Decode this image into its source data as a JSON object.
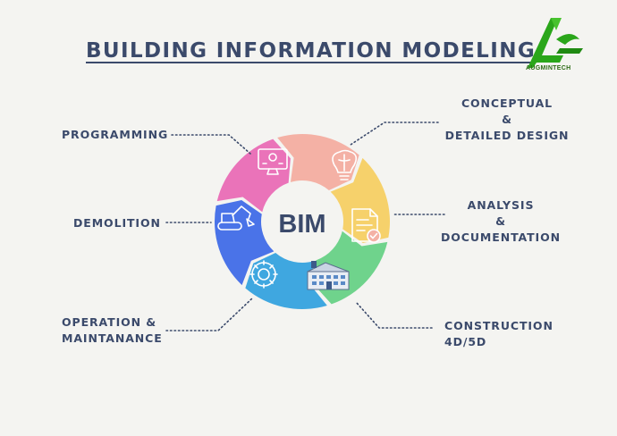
{
  "title": "BUILDING INFORMATION MODELING",
  "logo": {
    "text": "AUGMINTECH",
    "color": "#2aa61a"
  },
  "center": {
    "text": "BIM",
    "color": "#3b4a6b"
  },
  "stages": [
    {
      "id": "programming",
      "lines": [
        "PROGRAMMING"
      ],
      "color": "#4a73e8",
      "icon": "computer-gear-icon"
    },
    {
      "id": "conceptual",
      "lines": [
        "CONCEPTUAL",
        "&",
        "DETAILED DESIGN"
      ],
      "color": "#ea73b9",
      "icon": "brain-bulb-icon"
    },
    {
      "id": "analysis",
      "lines": [
        "ANALYSIS",
        "&",
        "DOCUMENTATION"
      ],
      "color": "#f4b1a5",
      "icon": "document-check-icon"
    },
    {
      "id": "construction",
      "lines": [
        "CONSTRUCTION",
        "4D/5D"
      ],
      "color": "#f6d16b",
      "icon": "building-icon"
    },
    {
      "id": "operation",
      "lines": [
        "OPERATION &",
        "MAINTANANCE"
      ],
      "color": "#6fd38c",
      "icon": "gear-wrench-icon"
    },
    {
      "id": "demolition",
      "lines": [
        "DEMOLITION"
      ],
      "color": "#3fa7e0",
      "icon": "excavator-icon"
    }
  ]
}
